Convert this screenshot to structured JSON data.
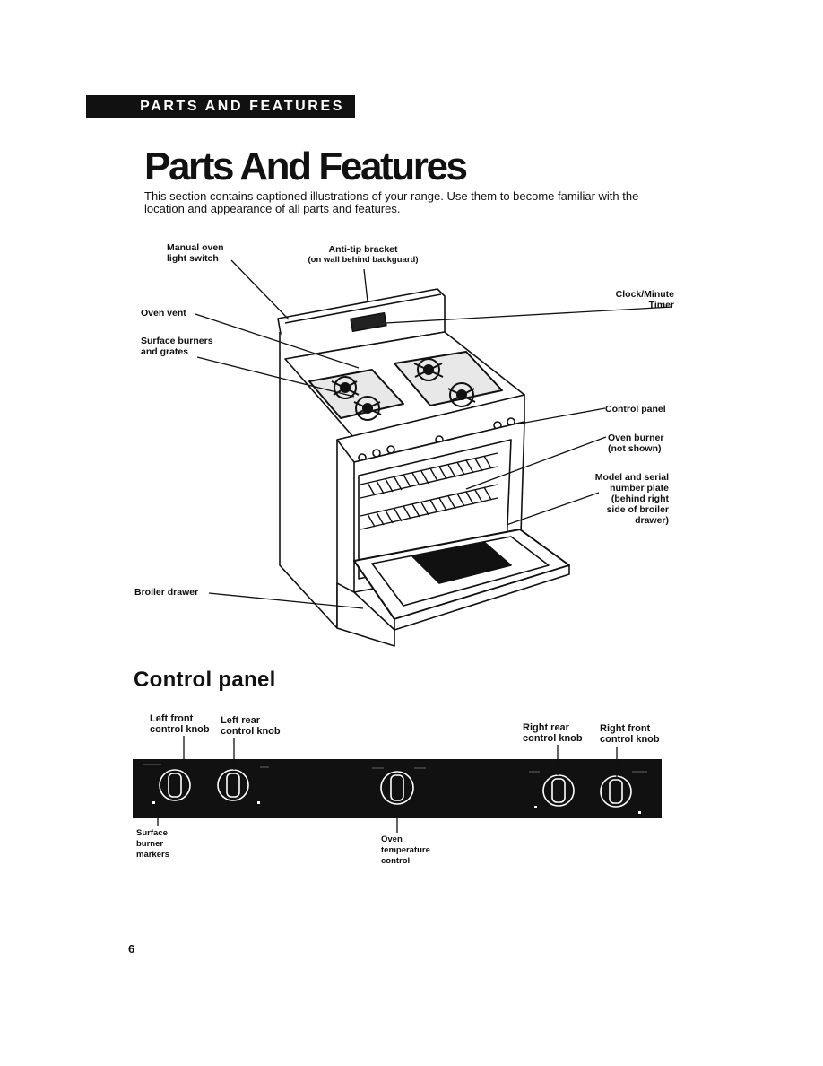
{
  "header": {
    "section_tab": "PARTS AND FEATURES"
  },
  "title": "Parts And Features",
  "intro": "This section contains captioned illustrations of your range. Use them to become familiar with the location and appearance of all parts and features.",
  "range_labels": {
    "manual_oven_light_switch": [
      "Manual oven",
      "light switch"
    ],
    "anti_tip_bracket": [
      "Anti-tip bracket",
      "(on wall behind backguard)"
    ],
    "oven_vent": "Oven vent",
    "surface_burners": [
      "Surface burners",
      "and grates"
    ],
    "clock_timer": [
      "Clock/Minute",
      "Timer"
    ],
    "control_panel": "Control panel",
    "oven_burner": [
      "Oven burner",
      "(not shown)"
    ],
    "model_serial": [
      "Model and serial",
      "number plate",
      "(behind right",
      "side of broiler",
      "drawer)"
    ],
    "broiler_drawer": "Broiler drawer"
  },
  "control_panel_section": {
    "title": "Control panel",
    "labels": {
      "left_front": [
        "Left front",
        "control knob"
      ],
      "left_rear": [
        "Left rear",
        "control knob"
      ],
      "right_rear": [
        "Right rear",
        "control knob"
      ],
      "right_front": [
        "Right front",
        "control knob"
      ],
      "surface_markers": [
        "Surface",
        "burner",
        "markers"
      ],
      "oven_temp": [
        "Oven",
        "temperature",
        "control"
      ]
    }
  },
  "page_number": "6"
}
